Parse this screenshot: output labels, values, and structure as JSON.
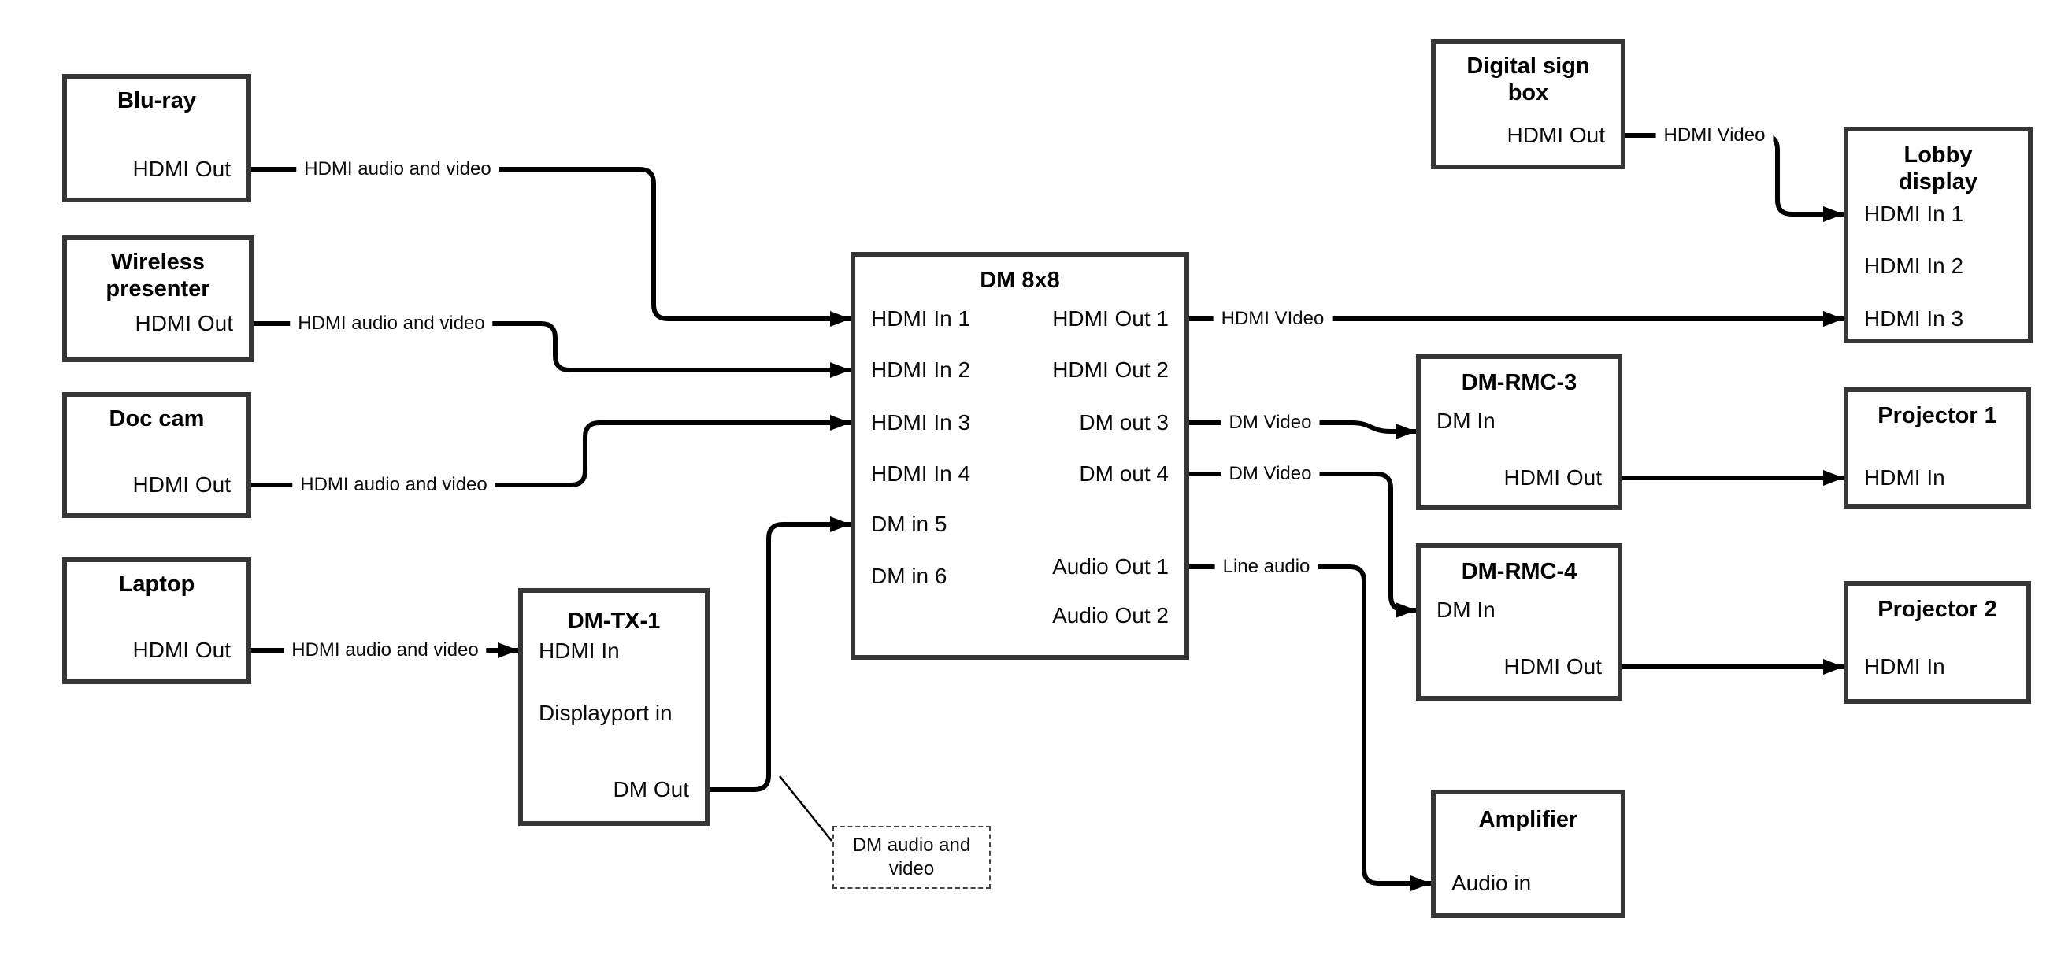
{
  "boxes": {
    "bluray": {
      "title": "Blu-ray",
      "port_hdmi_out": "HDMI Out"
    },
    "wireless": {
      "title": "Wireless\npresenter",
      "port_hdmi_out": "HDMI Out"
    },
    "doccam": {
      "title": "Doc cam",
      "port_hdmi_out": "HDMI Out"
    },
    "laptop": {
      "title": "Laptop",
      "port_hdmi_out": "HDMI Out"
    },
    "dmtx1": {
      "title": "DM-TX-1",
      "port_hdmi_in": "HDMI In",
      "port_dp_in": "Displayport in",
      "port_dm_out": "DM Out"
    },
    "dm8x8": {
      "title": "DM 8x8",
      "port_hdmi_in1": "HDMI In 1",
      "port_hdmi_in2": "HDMI In 2",
      "port_hdmi_in3": "HDMI In 3",
      "port_hdmi_in4": "HDMI In 4",
      "port_dm_in5": "DM in 5",
      "port_dm_in6": "DM in 6",
      "port_hdmi_out1": "HDMI Out 1",
      "port_hdmi_out2": "HDMI Out 2",
      "port_dm_out3": "DM out 3",
      "port_dm_out4": "DM out 4",
      "port_audio_out1": "Audio Out 1",
      "port_audio_out2": "Audio Out 2"
    },
    "signbox": {
      "title": "Digital sign\nbox",
      "port_hdmi_out": "HDMI Out"
    },
    "lobby": {
      "title": "Lobby\ndisplay",
      "port_hdmi_in1": "HDMI In 1",
      "port_hdmi_in2": "HDMI In 2",
      "port_hdmi_in3": "HDMI In 3"
    },
    "rmc3": {
      "title": "DM-RMC-3",
      "port_dm_in": "DM In",
      "port_hdmi_out": "HDMI Out"
    },
    "proj1": {
      "title": "Projector 1",
      "port_hdmi_in": "HDMI In"
    },
    "rmc4": {
      "title": "DM-RMC-4",
      "port_dm_in": "DM In",
      "port_hdmi_out": "HDMI Out"
    },
    "proj2": {
      "title": "Projector 2",
      "port_hdmi_in": "HDMI In"
    },
    "amp": {
      "title": "Amplifier",
      "port_audio_in": "Audio in"
    }
  },
  "edge_labels": {
    "bluray_dm8x8": "HDMI audio and video",
    "wireless_dm8x8": "HDMI audio and video",
    "doccam_dm8x8": "HDMI audio and video",
    "laptop_dmtx1": "HDMI audio and video",
    "signbox_lobby": "HDMI Video",
    "dm8x8_lobby": "HDMI VIdeo",
    "dm8x8_rmc3": "DM Video",
    "dm8x8_rmc4": "DM Video",
    "dm8x8_amp": "Line audio"
  },
  "note": {
    "text": "DM audio and\nvideo"
  },
  "colors": {
    "line": "#000000",
    "box_border": "#363636",
    "text": "#0a0a0a"
  }
}
